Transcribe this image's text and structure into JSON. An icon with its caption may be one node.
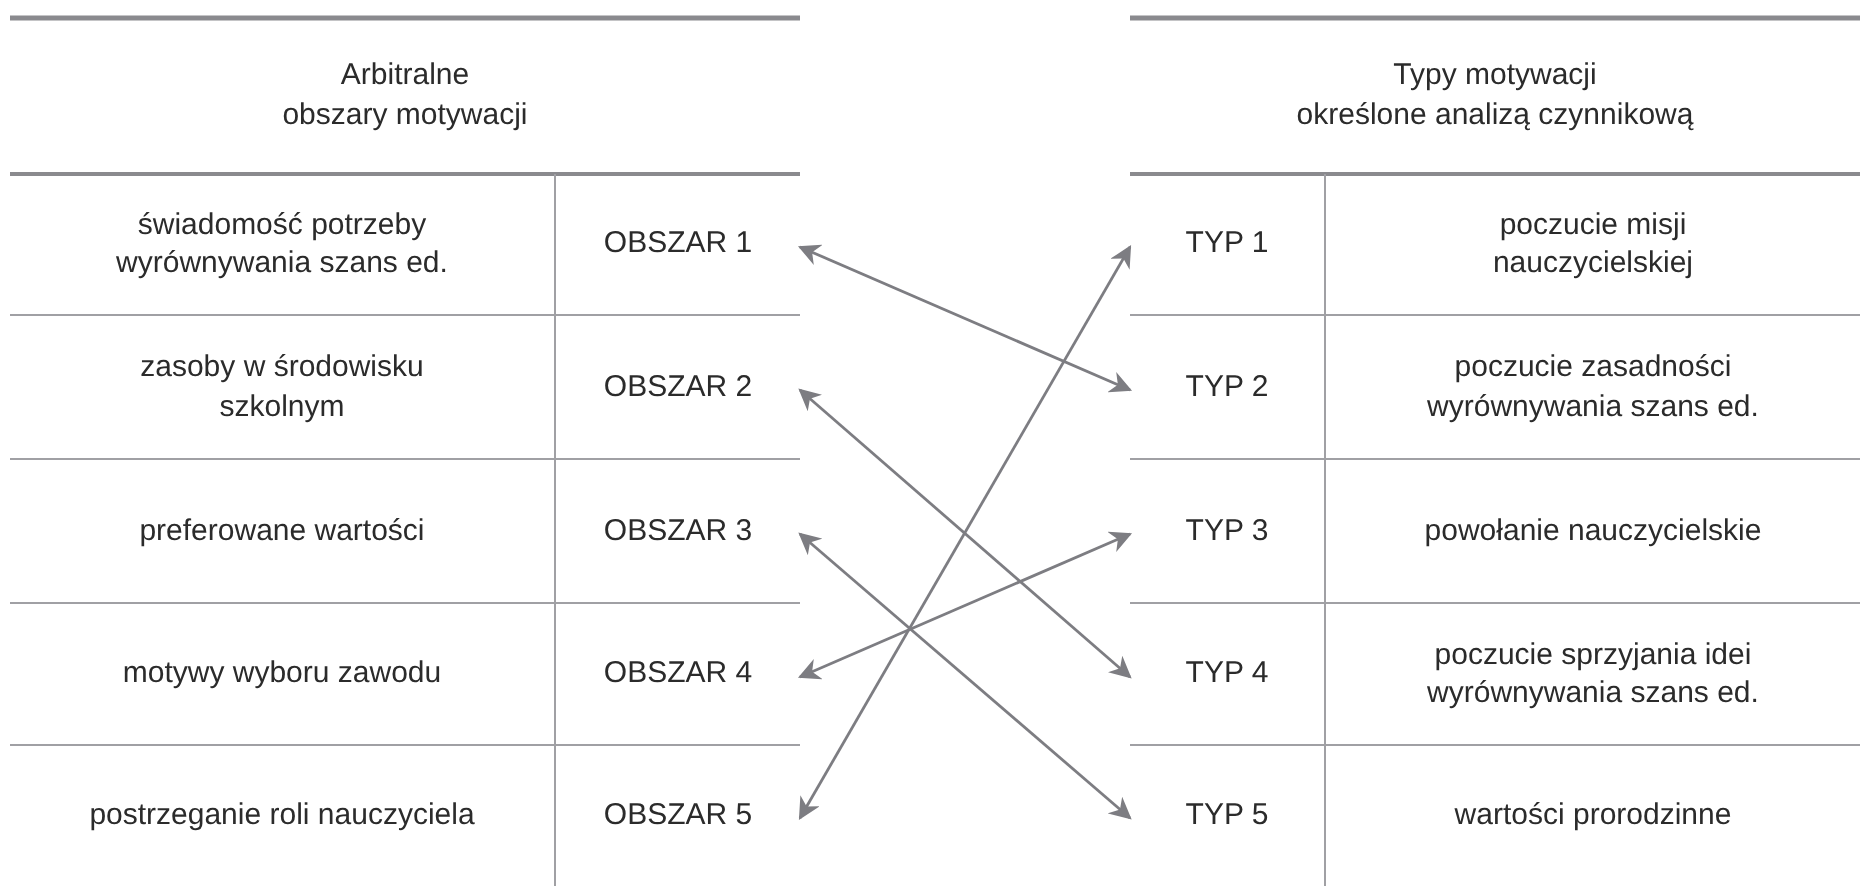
{
  "diagram": {
    "nodes": [
      {
        "text": [
          "świadomość potrzeby wyrównywania szans ed."
        ]
      },
      {
        "text": [
          "OBSZAR 1"
        ]
      },
      {
        "text": [
          "zasoby w środowisku szkolnym"
        ]
      },
      {
        "text": [
          "OBSZAR 2"
        ]
      },
      {
        "text": [
          "preferowane wartości"
        ]
      },
      {
        "text": [
          "OBSZAR 3"
        ]
      },
      {
        "text": [
          "motywy wyboru zawodu"
        ]
      },
      {
        "text": [
          "OBSZAR 4"
        ]
      },
      {
        "text": [
          "postrzeganie roli nauczyciela"
        ]
      },
      {
        "text": [
          "OBSZAR 5"
        ]
      },
      {
        "text": [
          "TYP 1"
        ]
      },
      {
        "text": [
          "poczucie misji nauczycielskiej"
        ]
      },
      {
        "text": [
          "TYP 2"
        ]
      },
      {
        "text": [
          "poczucie zasadności wyrównywania szans ed."
        ]
      },
      {
        "text": [
          "TYP 3"
        ]
      },
      {
        "text": [
          "powołanie nauczycielskie"
        ]
      },
      {
        "text": [
          "TYP 4"
        ]
      },
      {
        "text": [
          "poczucie sprzyjania idei wyrównywania szans ed."
        ]
      },
      {
        "text": [
          "TYP 5"
        ]
      },
      {
        "text": [
          "wartości prorodzinne"
        ]
      }
    ],
    "edges": [
      {
        "from": 1,
        "to": 12,
        "arrow": "both"
      },
      {
        "from": 3,
        "to": 16,
        "arrow": "both"
      },
      {
        "from": 5,
        "to": 18,
        "arrow": "both"
      },
      {
        "from": 7,
        "to": 14,
        "arrow": "both"
      },
      {
        "from": 9,
        "to": 10,
        "arrow": "both"
      }
    ],
    "labels": [
      "Arbitralne",
      "obszary motywacji",
      "Typy motywacji",
      "określone analizą czynnikową"
    ]
  }
}
